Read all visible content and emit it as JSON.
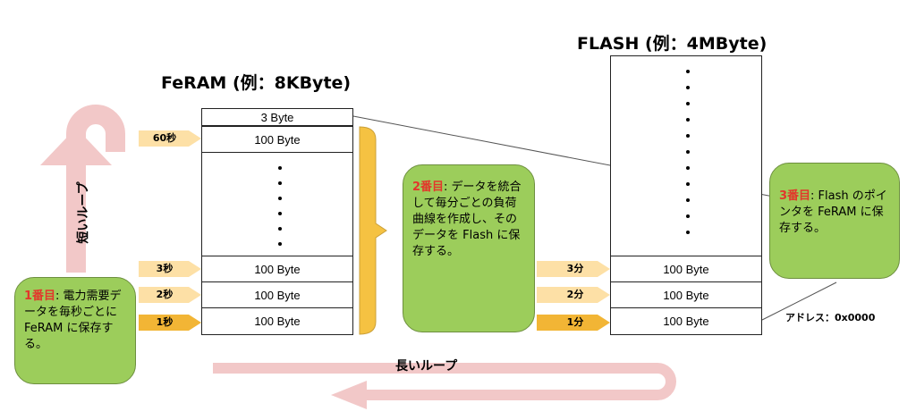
{
  "feram": {
    "title": "FeRAM (例：8KByte)",
    "top_cell": "3 Byte",
    "cells": [
      "100 Byte",
      "100 Byte",
      "100 Byte",
      "100 Byte"
    ]
  },
  "flash": {
    "title": "FLASH (例：4MByte)",
    "cells": [
      "100 Byte",
      "100 Byte",
      "100 Byte"
    ],
    "address_label": "アドレス：0x0000"
  },
  "feram_arrows": [
    "60秒",
    "3秒",
    "2秒",
    "1秒"
  ],
  "flash_arrows": [
    "3分",
    "2分",
    "1分"
  ],
  "notes": {
    "step1": {
      "highlight": "1番目",
      "text": ": 電力需要データを毎秒ごとに FeRAM に保存する。"
    },
    "step2": {
      "highlight": "2番目",
      "text": ": データを統合して毎分ごとの負荷曲線を作成し、そのデータを Flash に保存する。"
    },
    "step3": {
      "highlight": "3番目",
      "text": ": Flash のポインタを FeRAM に保存する。"
    }
  },
  "loops": {
    "short": "短いループ",
    "long": "長いループ"
  },
  "colors": {
    "arrow_light": "#fde0a6",
    "arrow_dark": "#f2b535",
    "brace": "#f5c242",
    "note_green": "#9ccd5b",
    "loop_pink": "#f2c8c8",
    "highlight_red": "#e3362b"
  }
}
